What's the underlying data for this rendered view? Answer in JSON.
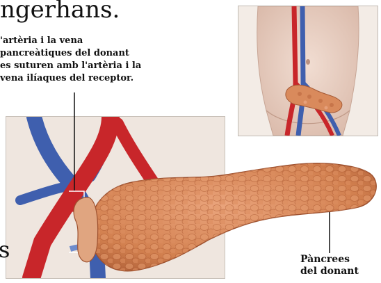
{
  "title_fragment": "ngerhans.",
  "caption": {
    "line1": "'artèria i la vena",
    "line2": "pancreàtiques del donant",
    "line3": "es suturen amb l'artèria i la",
    "line4": "vena ilíaques del receptor."
  },
  "edge_letter": "s",
  "pancreas_label": {
    "line1": "Pàncrees",
    "line2": "del donant"
  },
  "colors": {
    "artery": "#c8262a",
    "vein": "#3f5fae",
    "pancreas": "#d98a5c",
    "skin": "#e8cfc3"
  }
}
